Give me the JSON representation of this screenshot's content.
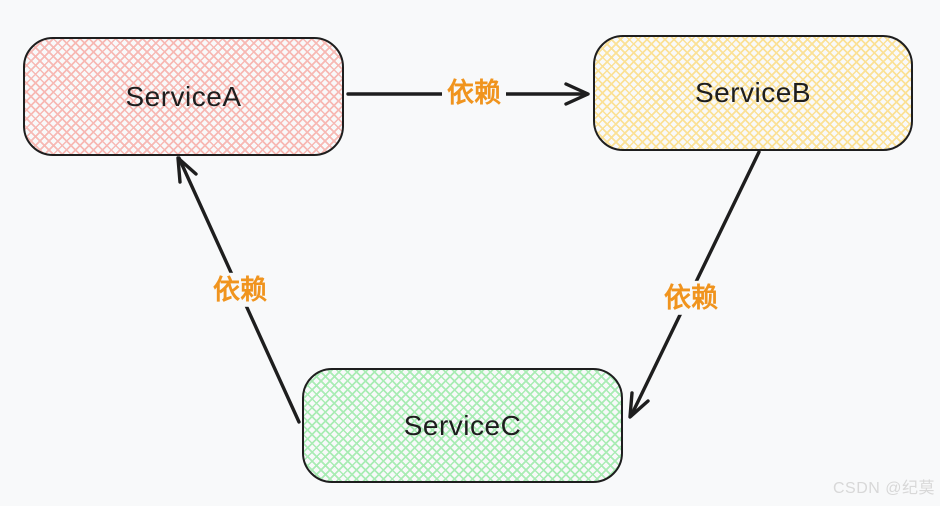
{
  "diagram": {
    "nodes": [
      {
        "label": "ServiceA",
        "fill_color": "#f7b9b4"
      },
      {
        "label": "ServiceB",
        "fill_color": "#fbe196"
      },
      {
        "label": "ServiceC",
        "fill_color": "#a9ecb4"
      }
    ],
    "edges": [
      {
        "from": "ServiceA",
        "to": "ServiceB",
        "label": "依赖"
      },
      {
        "from": "ServiceC",
        "to": "ServiceA",
        "label": "依赖"
      },
      {
        "from": "ServiceB",
        "to": "ServiceC",
        "label": "依赖"
      }
    ]
  },
  "colors": {
    "canvas_background": "#f8f9fa",
    "node_stroke": "#1e1e1e",
    "node_text": "#1e1e1e",
    "edge_stroke": "#1e1e1e",
    "edge_label": "#f0941e",
    "watermark": "#d8d8d8"
  },
  "watermark": {
    "text": "CSDN @纪莫"
  }
}
